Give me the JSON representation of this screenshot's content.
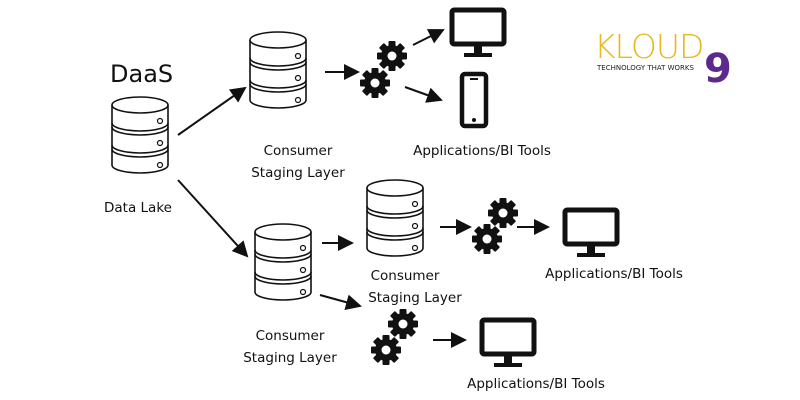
{
  "title": "DaaS",
  "source": {
    "label": "Data Lake"
  },
  "staging_label": [
    "Consumer",
    "Staging Layer"
  ],
  "apps_label": "Applications/BI Tools",
  "logo": {
    "brand": "KLOUD",
    "digit": "9",
    "tagline": "TECHNOLOGY THAT WORKS",
    "gold": "#e8b824",
    "purple": "#5b2a8c"
  },
  "icons": [
    "database-icon",
    "gear-icon",
    "monitor-icon",
    "smartphone-icon",
    "arrow-icon"
  ]
}
